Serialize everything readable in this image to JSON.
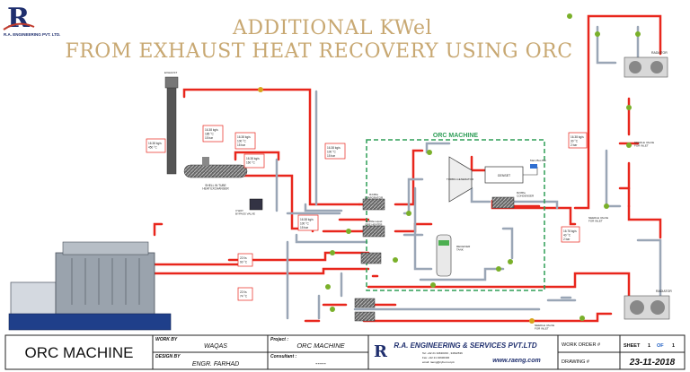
{
  "logo": {
    "mark": "R",
    "company": "R.A. ENGINEERING PVT. LTD."
  },
  "title": {
    "line1": "ADDITIONAL KWel",
    "line2": "FROM EXHAUST HEAT RECOVERY USING ORC"
  },
  "box_label": "ORC MACHINE",
  "components": {
    "exhaust": "EXHAUST",
    "shell_tube": "SHELL IN TUBE\nHEAT EXCHANGER",
    "bypass_valve": "3 WAY\nBYPASS VALVE",
    "evaporator": "R245fa\nEVAPORATOR",
    "preheater": "R245fa Liquid\nPRE HEATER",
    "turbine": "TURBO-GENERATOR",
    "gen_set": "GENSET",
    "main_bus": "Main Bus Bar",
    "condenser": "R245fa\nCONDENSER",
    "receiver": "RECEIVER\nTANK",
    "radiator_top": "RADIATOR",
    "radiator_bottom": "RADIATOR",
    "needle_top": "NEEDLE VALVE\nFOR INLET",
    "needle_right": "NEEDLE VALVE\nFOR INLET",
    "needle_bottom": "NEEDLE VALVE\nFOR INLET"
  },
  "labels": {
    "l1": "16.38 kg/s\n450 °C",
    "l2": "16.38 kg/s\n185 °C\n15 bar",
    "l3": "16.38 kg/s\n100 °C\n15 bar",
    "l4": "16.38 kg/s\n160 °C",
    "l5": "16.38 kg/s\n100 °C\n15 bar",
    "l6": "16.38 kg/s\n100 °C\n15 bar",
    "l7": "22 l/s\n90 °C",
    "l8": "22 l/s\n74 °C",
    "l9": "16.38 kg/s\n30 °C\n2 bar",
    "l10": "16.78 kg/s\n40 °C\n2 bar"
  },
  "title_block": {
    "project_name": "ORC MACHINE",
    "work_by_label": "WORK BY",
    "work_by": "WAQAS",
    "design_by_label": "DESIGN BY",
    "design_by": "ENGR. FARHAD",
    "project_label": "Project :",
    "project": "ORC MACHINE",
    "consultant_label": "Consultant :",
    "consultant": "-----",
    "company": "R.A. ENGINEERING & SERVICES PVT.LTD",
    "address1": "Tel: +92 21 34630333 , 34632536",
    "address2": "Fax: +92 21 34630336",
    "email": "email: raeng@cyber.net.pk",
    "website": "www.raeng.com",
    "work_order_label": "WORK ORDER #",
    "drawing_label": "DRAWING #",
    "sheet_label": "SHEET",
    "sheet_num": "1",
    "sheet_of": "OF",
    "sheet_total": "1",
    "date": "23-11-2018"
  },
  "colors": {
    "pipe_hot": "#e8261c",
    "pipe_cold": "#9aa6b6",
    "box_border": "#2e9e57",
    "title": "#c8a872",
    "navy": "#1f2f6e"
  }
}
